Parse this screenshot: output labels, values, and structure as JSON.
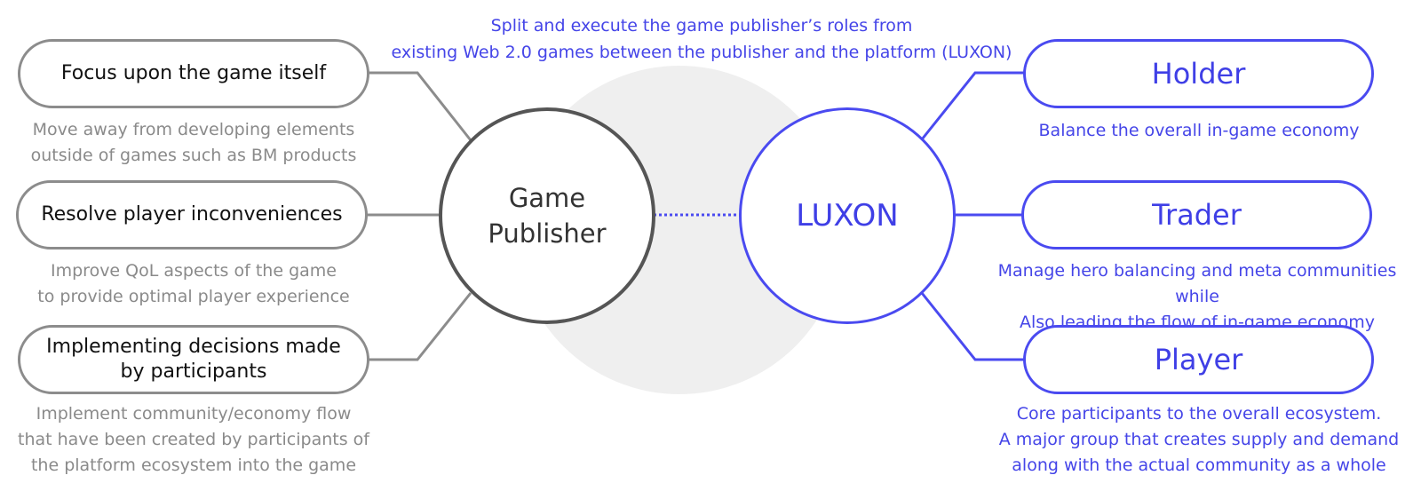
{
  "title": {
    "line1": "Split and execute the game publisher’s roles from",
    "line2": "existing Web 2.0 games between the publisher and the platform (LUXON)"
  },
  "publisher": {
    "line1": "Game",
    "line2": "Publisher"
  },
  "platform": {
    "label": "LUXON"
  },
  "left_items": [
    {
      "label_lines": [
        "Focus upon the game itself"
      ],
      "desc_lines": [
        "Move away from developing elements",
        "outside of games such as BM products"
      ]
    },
    {
      "label_lines": [
        "Resolve player inconveniences"
      ],
      "desc_lines": [
        "Improve QoL aspects of the game",
        "to provide optimal player experience"
      ]
    },
    {
      "label_lines": [
        "Implementing decisions made",
        "by participants"
      ],
      "desc_lines": [
        "Implement community/economy flow",
        "that have been created by participants of",
        "the platform ecosystem into the game"
      ]
    }
  ],
  "right_items": [
    {
      "label": "Holder",
      "desc_lines": [
        "Balance the overall in-game economy"
      ]
    },
    {
      "label": "Trader",
      "desc_lines": [
        "Manage hero balancing and meta communities while",
        "Also leading the flow of in-game economy"
      ]
    },
    {
      "label": "Player",
      "desc_lines": [
        "Core participants to the overall ecosystem.",
        "A major group that creates supply and demand",
        "along with the actual community as a whole"
      ]
    }
  ],
  "colors": {
    "accent_blue": "#4a4af0",
    "gray_stroke": "#8c8c8c",
    "dark_stroke": "#555555",
    "background_disc": "#efefef"
  }
}
